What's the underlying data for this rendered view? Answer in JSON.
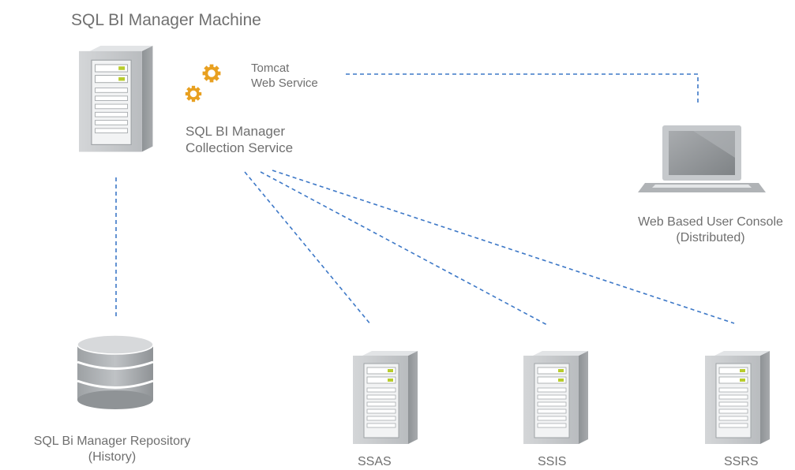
{
  "machine": {
    "title": "SQL BI Manager Machine",
    "tomcat_line1": "Tomcat",
    "tomcat_line2": "Web Service",
    "collection_line1": "SQL BI Manager",
    "collection_line2": "Collection Service"
  },
  "console": {
    "line1": "Web Based User Console",
    "line2": "(Distributed)"
  },
  "repository": {
    "line1": "SQL Bi Manager Repository",
    "line2": "(History)"
  },
  "servers": [
    {
      "label": "SSAS"
    },
    {
      "label": "SSIS"
    },
    {
      "label": "SSRS"
    }
  ],
  "colors": {
    "connector": "#3d78c7",
    "gear": "#e8a020",
    "server_body": "#c9cbcd",
    "server_dark": "#8f9396",
    "label_text": "#6f6f6f"
  },
  "icons": [
    "server-icon",
    "gear-icon",
    "laptop-icon",
    "database-icon"
  ]
}
